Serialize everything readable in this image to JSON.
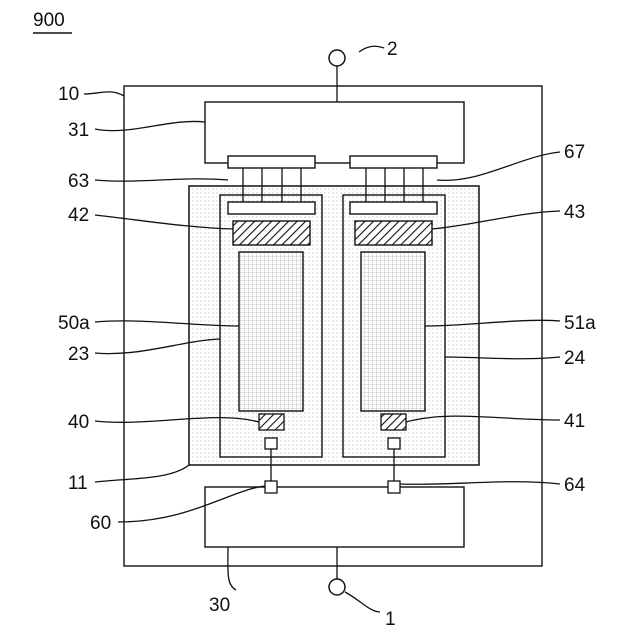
{
  "figure": {
    "number": "900"
  },
  "labels": {
    "l1": "1",
    "l2": "2",
    "l10": "10",
    "l11": "11",
    "l23": "23",
    "l24": "24",
    "l30": "30",
    "l31": "31",
    "l40": "40",
    "l41": "41",
    "l42": "42",
    "l43": "43",
    "l50a": "50a",
    "l51a": "51a",
    "l60": "60",
    "l63": "63",
    "l64": "64",
    "l67": "67"
  }
}
